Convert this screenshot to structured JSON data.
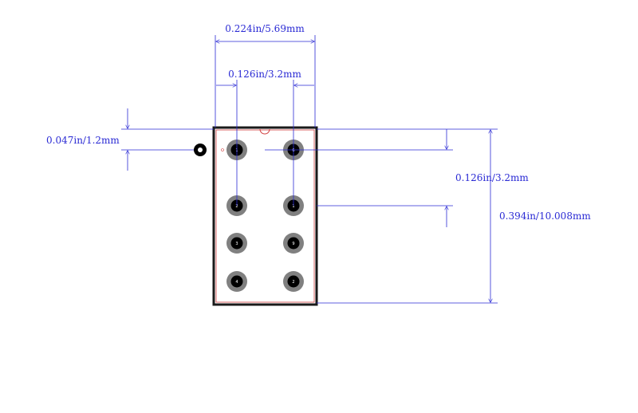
{
  "diagram": {
    "colors": {
      "dimension": "#2a2ad4",
      "outline": "#1a1a1a",
      "inner_outline": "#d04040",
      "pad_ring": "#808080",
      "pad_hole": "#000000",
      "background": "#ffffff"
    },
    "dimensions": {
      "overall_width": "0.224in/5.69mm",
      "pin_column_pitch": "0.126in/3.2mm",
      "pin1_offset": "0.047in/1.2mm",
      "pin_row_pitch": "0.126in/3.2mm",
      "overall_height": "0.394in/10.008mm"
    },
    "pins": [
      {
        "label": "1"
      },
      {
        "label": "6"
      },
      {
        "label": "2"
      },
      {
        "label": "1"
      },
      {
        "label": "3"
      },
      {
        "label": "9"
      },
      {
        "label": "4"
      },
      {
        "label": "2"
      }
    ]
  }
}
